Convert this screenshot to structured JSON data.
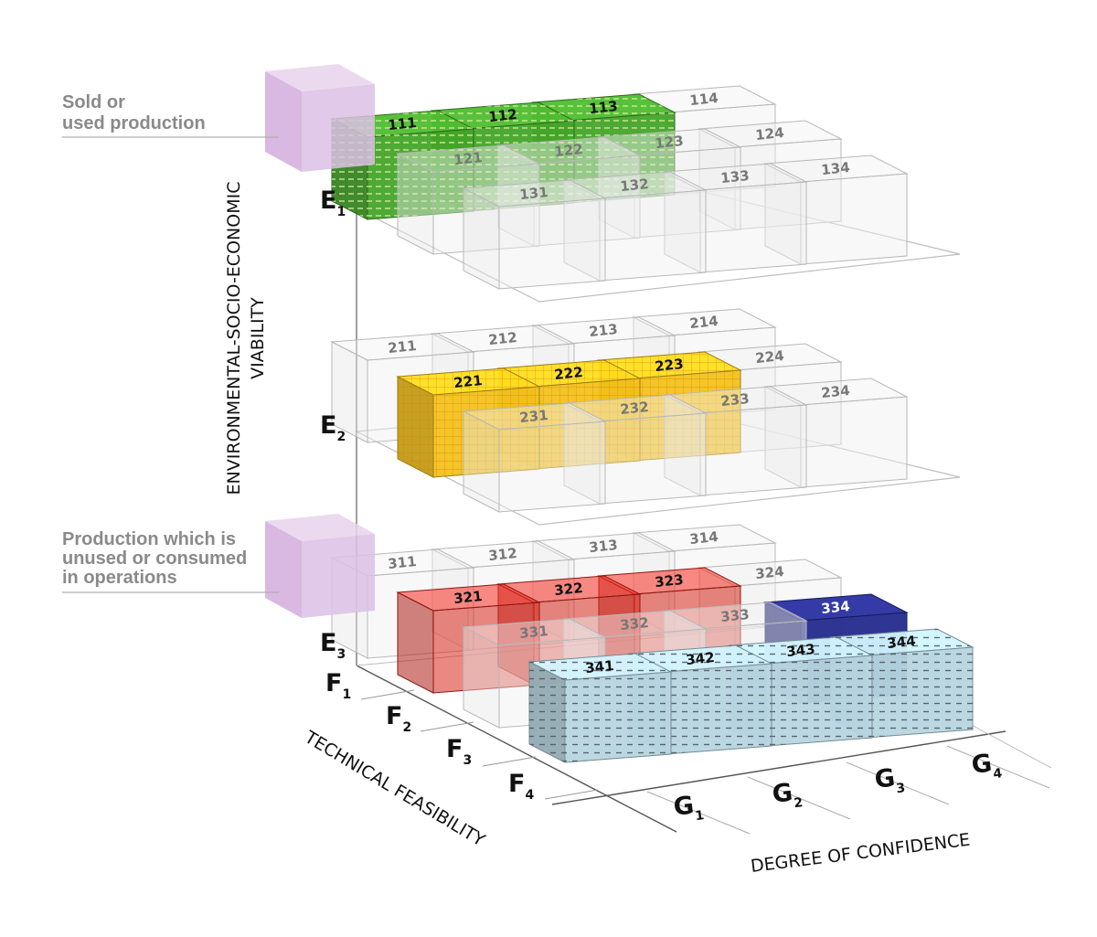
{
  "legend": {
    "sold_line1": "Sold or",
    "sold_line2": "used production",
    "unused_line1": "Production which is",
    "unused_line2": "unused or consumed",
    "unused_line3": "in operations"
  },
  "axes": {
    "vertical_title_line1": "ENVIRONMENTAL-SOCIO-ECONOMIC",
    "vertical_title_line2": "VIABILITY",
    "technical_title": "TECHNICAL FEASIBILITY",
    "confidence_title": "DEGREE OF CONFIDENCE",
    "e_levels": [
      {
        "letter": "E",
        "sub": "1"
      },
      {
        "letter": "E",
        "sub": "2"
      },
      {
        "letter": "E",
        "sub": "3"
      }
    ],
    "f_levels": [
      {
        "letter": "F",
        "sub": "1"
      },
      {
        "letter": "F",
        "sub": "2"
      },
      {
        "letter": "F",
        "sub": "3"
      },
      {
        "letter": "F",
        "sub": "4"
      }
    ],
    "g_levels": [
      {
        "letter": "G",
        "sub": "1"
      },
      {
        "letter": "G",
        "sub": "2"
      },
      {
        "letter": "G",
        "sub": "3"
      },
      {
        "letter": "G",
        "sub": "4"
      }
    ]
  },
  "layers": [
    {
      "e": 1,
      "codes": [
        [
          "111",
          "112",
          "113",
          "114"
        ],
        [
          "121",
          "122",
          "123",
          "124"
        ],
        [
          "131",
          "132",
          "133",
          "134"
        ]
      ]
    },
    {
      "e": 2,
      "codes": [
        [
          "211",
          "212",
          "213",
          "214"
        ],
        [
          "221",
          "222",
          "223",
          "224"
        ],
        [
          "231",
          "232",
          "233",
          "234"
        ]
      ]
    },
    {
      "e": 3,
      "codes": [
        [
          "311",
          "312",
          "313",
          "314"
        ],
        [
          "321",
          "322",
          "323",
          "324"
        ],
        [
          "331",
          "332",
          "333",
          "334"
        ],
        [
          "341",
          "342",
          "343",
          "344"
        ]
      ]
    }
  ],
  "highlighted_cubes": {
    "green": [
      "111",
      "112",
      "113"
    ],
    "yellow": [
      "221",
      "222",
      "223"
    ],
    "red": [
      "321",
      "322",
      "323"
    ],
    "navy": [
      "334"
    ],
    "lightblue": [
      "341",
      "342",
      "343",
      "344"
    ]
  },
  "colors": {
    "green": "#45a52a",
    "yellow": "#f2c21a",
    "red": "#d8261c",
    "navy": "#242a8c",
    "lightblue": "#b7d6e0",
    "ghost": "#d6d6d6",
    "legend_cube": "#d9b8e2"
  }
}
